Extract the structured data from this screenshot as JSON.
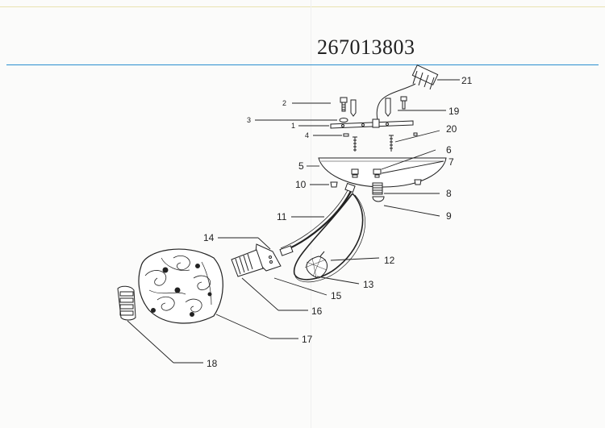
{
  "title": "267013803",
  "callouts": {
    "c1": "1",
    "c2": "2",
    "c3": "3",
    "c4": "4",
    "c5": "5",
    "c6": "6",
    "c7": "7",
    "c8": "8",
    "c9": "9",
    "c10": "10",
    "c11": "11",
    "c12": "12",
    "c13": "13",
    "c14": "14",
    "c15": "15",
    "c16": "16",
    "c17": "17",
    "c18": "18",
    "c19": "19",
    "c20": "20",
    "c21": "21"
  }
}
